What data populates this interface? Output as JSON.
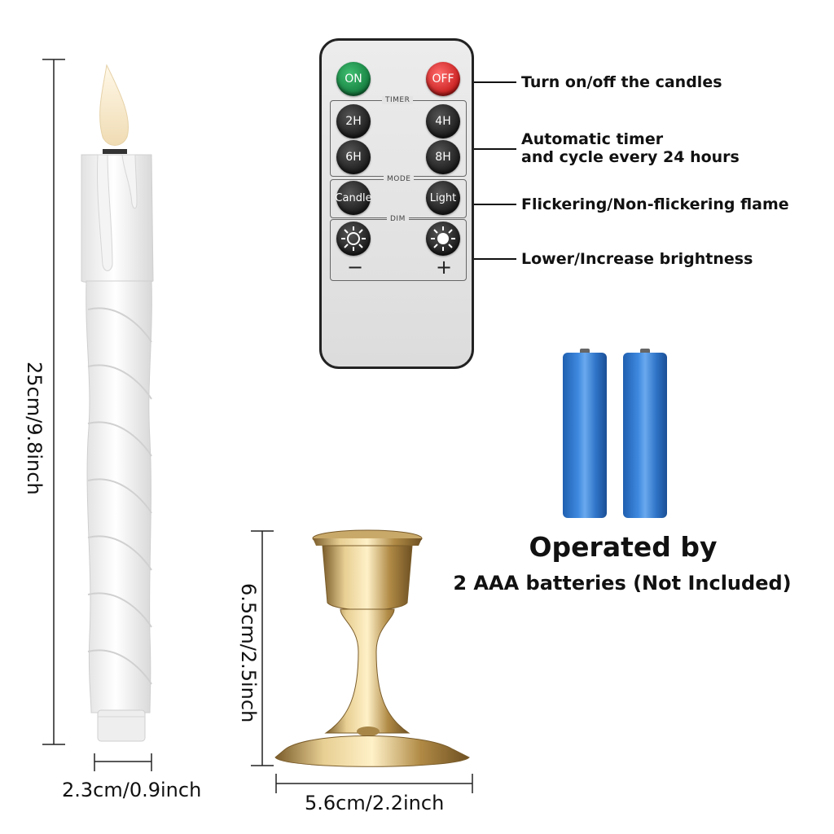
{
  "candle": {
    "height_label": "25cm/9.8inch",
    "width_label": "2.3cm/0.9inch"
  },
  "holder": {
    "height_label": "6.5cm/2.5inch",
    "width_label": "5.6cm/2.2inch"
  },
  "remote": {
    "buttons": {
      "on": "ON",
      "off": "OFF",
      "t2": "2H",
      "t4": "4H",
      "t6": "6H",
      "t8": "8H",
      "candle": "Candle",
      "light": "Light",
      "minus": "−",
      "plus": "+"
    },
    "groups": {
      "timer": "TIMER",
      "mode": "MODE",
      "dim": "DIM"
    }
  },
  "callouts": {
    "power": "Turn on/off the candles",
    "timer_line1": "Automatic timer",
    "timer_line2": "and cycle every 24 hours",
    "mode": "Flickering/Non-flickering flame",
    "dim": "Lower/Increase brightness"
  },
  "batteries": {
    "title": "Operated by",
    "subtitle": "2 AAA batteries (Not Included)"
  },
  "colors": {
    "on_button": "#1e9a52",
    "off_button": "#e53232",
    "battery": "#3a80d6",
    "holder_gold": "#c9a96a"
  }
}
